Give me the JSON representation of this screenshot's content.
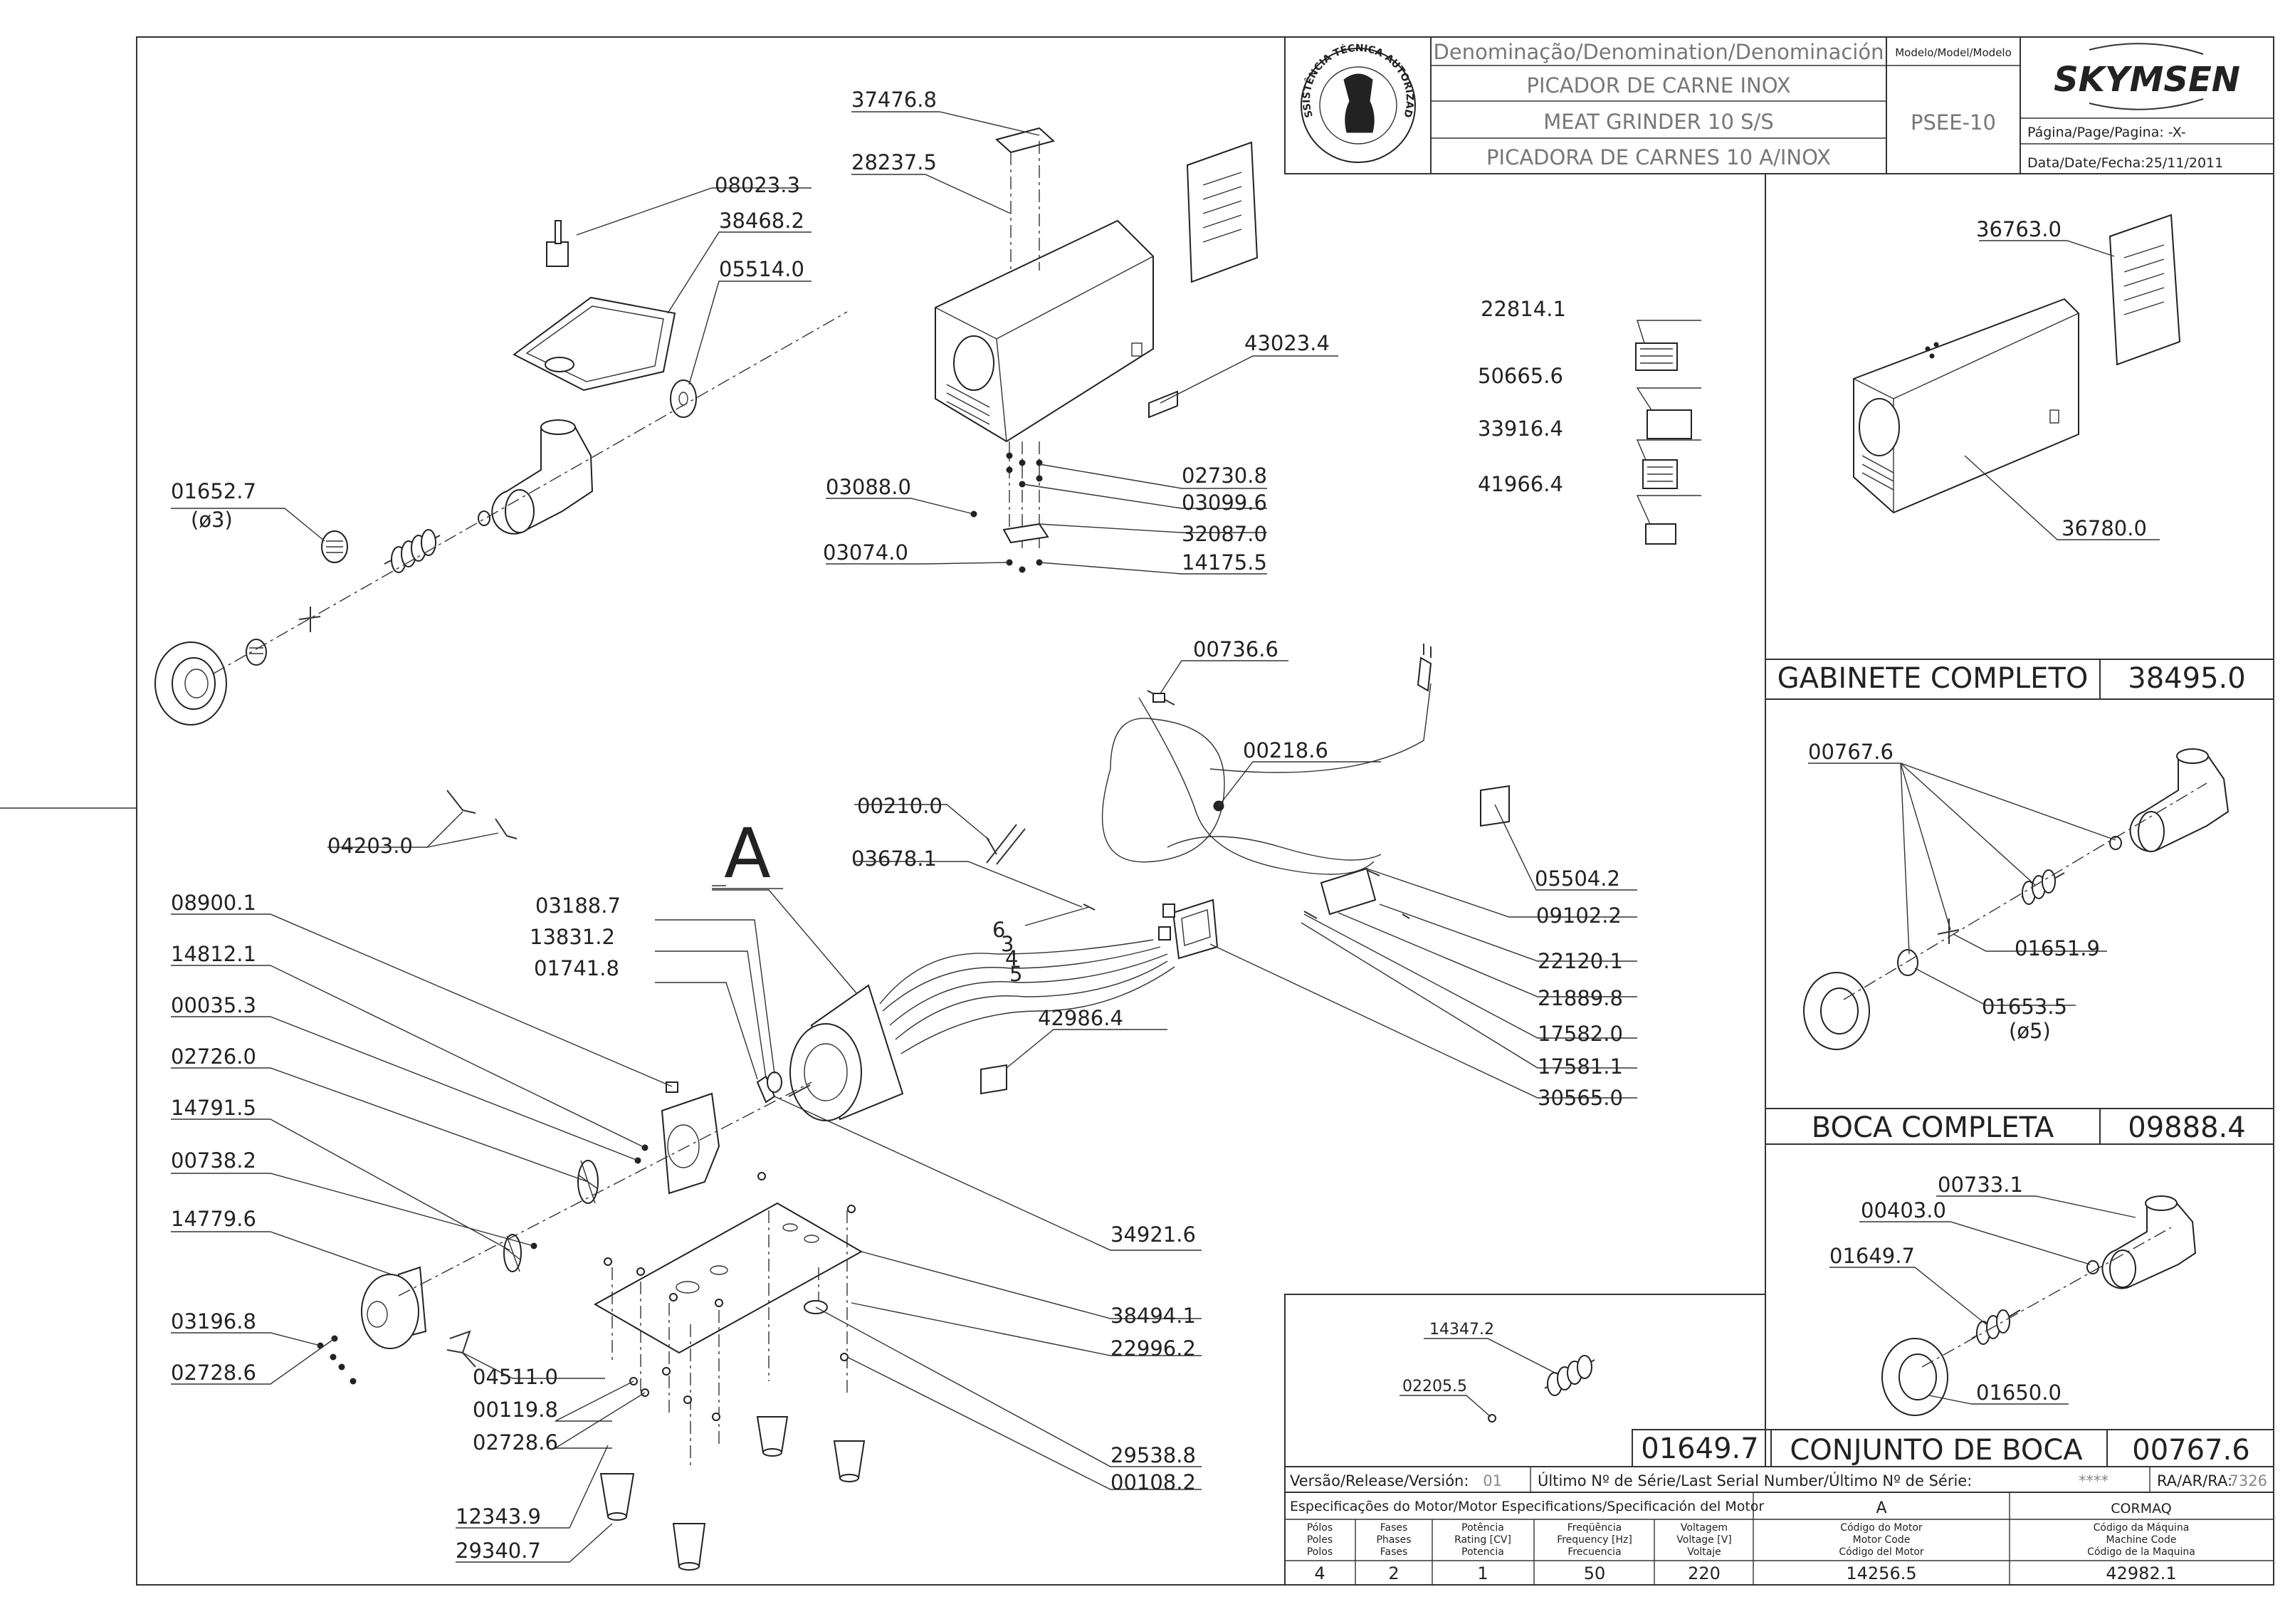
{
  "title_block": {
    "denomination_header": "Denominação/Denomination/Denominación",
    "model_header": "Modelo/Model/Modelo",
    "name_pt": "PICADOR DE CARNE INOX",
    "name_en": "MEAT GRINDER 10 S/S",
    "name_es": "PICADORA DE CARNES 10 A/INOX",
    "model": "PSEE-10",
    "page_label": "Página/Page/Pagina: -X-",
    "date_label": "Data/Date/Fecha:25/11/2011",
    "brand": "SKYMSEN",
    "seal_text": "ASSISTÊNCIA TÉCNICA AUTORIZADA"
  },
  "callout_a": "A",
  "parts": {
    "p37476_8": "37476.8",
    "p28237_5": "28237.5",
    "p08023_3": "08023.3",
    "p38468_2": "38468.2",
    "p05514_0": "05514.0",
    "p43023_4": "43023.4",
    "p01652_7": "01652.7",
    "p01652_7_sub": "(ø3)",
    "p02730_8": "02730.8",
    "p03099_6": "03099.6",
    "p03088_0": "03088.0",
    "p32087_0": "32087.0",
    "p03074_0": "03074.0",
    "p14175_5": "14175.5",
    "p22814_1": "22814.1",
    "p50665_6": "50665.6",
    "p33916_4": "33916.4",
    "p41966_4": "41966.4",
    "p00736_6": "00736.6",
    "p00218_6": "00218.6",
    "p05504_2": "05504.2",
    "p09102_2": "09102.2",
    "p22120_1": "22120.1",
    "p21889_8": "21889.8",
    "p17582_0": "17582.0",
    "p17581_1": "17581.1",
    "p30565_0": "30565.0",
    "p00210_0": "00210.0",
    "p03678_1": "03678.1",
    "p04203_0": "04203.0",
    "p08900_1": "08900.1",
    "p14812_1": "14812.1",
    "p00035_3": "00035.3",
    "p02726_0": "02726.0",
    "p14791_5": "14791.5",
    "p00738_2": "00738.2",
    "p14779_6": "14779.6",
    "p03196_8": "03196.8",
    "p02728_6a": "02728.6",
    "p04511_0": "04511.0",
    "p00119_8": "00119.8",
    "p02728_6b": "02728.6",
    "p12343_9": "12343.9",
    "p29340_7": "29340.7",
    "p03188_7": "03188.7",
    "p13831_2": "13831.2",
    "p01741_8": "01741.8",
    "p42986_4": "42986.4",
    "p34921_6": "34921.6",
    "p38494_1": "38494.1",
    "p22996_2": "22996.2",
    "p29538_8": "29538.8",
    "p00108_2": "00108.2"
  },
  "wire_numbers": [
    "6",
    "3",
    "4",
    "5"
  ],
  "cabinet_panel": {
    "p36763_0": "36763.0",
    "p36780_0": "36780.0",
    "title": "GABINETE COMPLETO",
    "code": "38495.0"
  },
  "mouth_panel": {
    "p00767_6": "00767.6",
    "p01651_9": "01651.9",
    "p01653_5": "01653.5",
    "p01653_5_sub": "(ø5)",
    "title": "BOCA COMPLETA",
    "code": "09888.4"
  },
  "mouth_set_panel": {
    "p00733_1": "00733.1",
    "p00403_0": "00403.0",
    "p01649_7": "01649.7",
    "p01650_0": "01650.0",
    "left_code": "01649.7",
    "title": "CONJUNTO DE BOCA",
    "code": "00767.6"
  },
  "auger_panel": {
    "p14347_2": "14347.2",
    "p02205_5": "02205.5"
  },
  "release_row": {
    "version_label": "Versão/Release/Versión:",
    "version_value": "01",
    "serial_label": "Último Nº de Série/Last Serial Number/Último Nº de Série:",
    "serial_value": "****",
    "ra_label": "RA/AR/RA:",
    "ra_value": "7326"
  },
  "motor_spec": {
    "header": "Especificações do Motor/Motor Especifications/Specificación del Motor",
    "col_a": "A",
    "col_cormaq": "CORMAQ",
    "columns": [
      {
        "label1": "Pólos",
        "label2": "Poles",
        "label3": "Polos",
        "value": "4"
      },
      {
        "label1": "Fases",
        "label2": "Phases",
        "label3": "Fases",
        "value": "2"
      },
      {
        "label1": "Potência",
        "label2": "Rating [CV]",
        "label3": "Potencia",
        "value": "1"
      },
      {
        "label1": "Freqüência",
        "label2": "Frequency [Hz]",
        "label3": "Frecuencia",
        "value": "50"
      },
      {
        "label1": "Voltagem",
        "label2": "Voltage [V]",
        "label3": "Voltaje",
        "value": "220"
      }
    ],
    "motor_code": {
      "label1": "Código do Motor",
      "label2": "Motor Code",
      "label3": "Código del Motor",
      "value": "14256.5"
    },
    "machine_code": {
      "label1": "Código da Máquina",
      "label2": "Machine Code",
      "label3": "Código de la Maquina",
      "value": "42982.1"
    }
  }
}
